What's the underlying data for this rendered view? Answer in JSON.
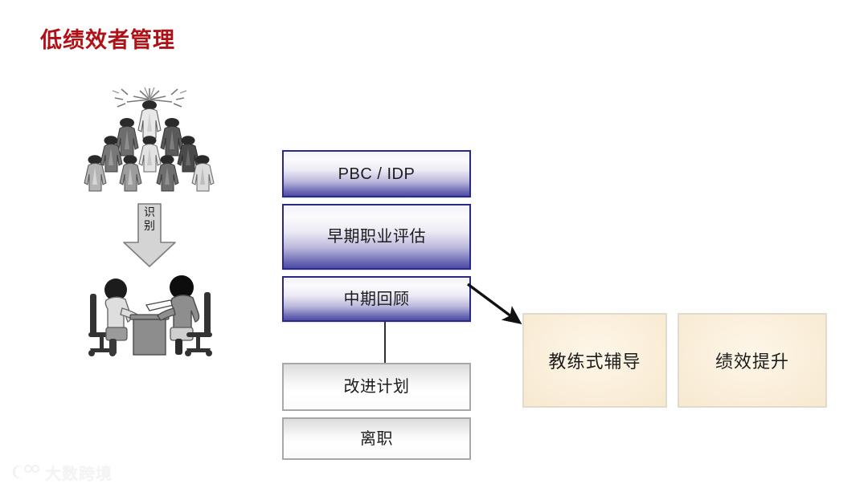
{
  "slide": {
    "title": "低绩效者管理",
    "title_color": "#b01116",
    "background": "#ffffff"
  },
  "illustrations": {
    "pyramid": {
      "name": "org-pyramid-people",
      "description": "人员金字塔插图"
    },
    "meeting": {
      "name": "one-on-one-meeting",
      "description": "两人面谈插图"
    },
    "identify_arrow": {
      "label_line1": "识",
      "label_line2": "别",
      "fill": "#d4d4d4"
    }
  },
  "process": {
    "steps": [
      {
        "id": "pbc-idp",
        "label": "PBC / IDP",
        "style": "blue"
      },
      {
        "id": "early",
        "label": "早期职业评估",
        "style": "blue"
      },
      {
        "id": "midterm",
        "label": "中期回顾",
        "style": "blue"
      },
      {
        "id": "improve",
        "label": "改进计划",
        "style": "grey"
      },
      {
        "id": "exit",
        "label": "离职",
        "style": "grey"
      }
    ],
    "blue_border": "#2a2a86",
    "blue_fill_bottom": "#4f4da4",
    "grey_border": "#a8a8a8"
  },
  "outcomes": {
    "boxes": [
      {
        "id": "coaching",
        "label": "教练式辅导"
      },
      {
        "id": "uplift",
        "label": "绩效提升"
      }
    ],
    "fill": "#fbf0dd",
    "border": "#e0dbcd"
  },
  "connectors": {
    "vertical_line": "中期回顾 → 改进计划",
    "diagonal_arrow": "中期回顾 → 教练式辅导"
  },
  "watermark": {
    "text": "大数跨境",
    "logo": "circle-eyes-logo"
  }
}
